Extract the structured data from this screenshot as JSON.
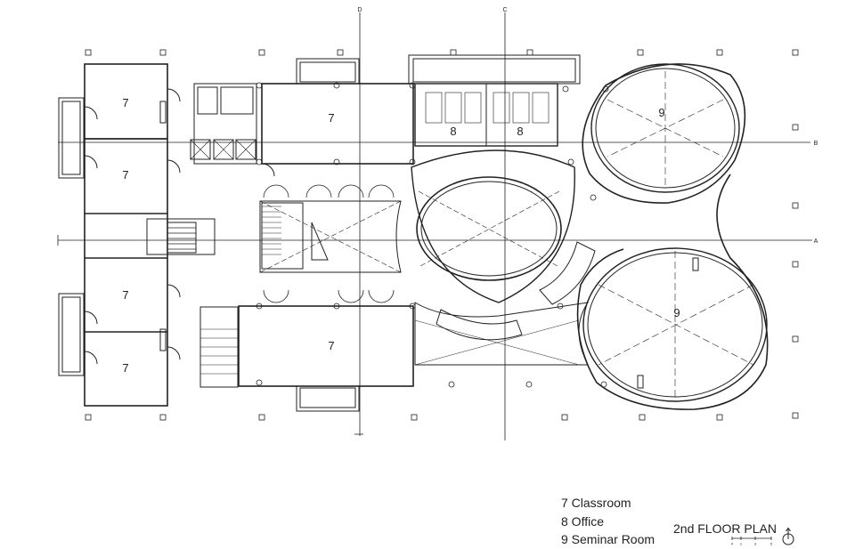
{
  "grid": {
    "vertical": [
      "D",
      "C"
    ],
    "horizontal": [
      "B",
      "A"
    ]
  },
  "room_numbers": {
    "classroom": "7",
    "office": "8",
    "seminar": "9"
  },
  "legend": {
    "items": [
      {
        "number": "7",
        "label": "Classroom",
        "text": "7 Classroom"
      },
      {
        "number": "8",
        "label": "Office",
        "text": "8 Office"
      },
      {
        "number": "9",
        "label": "Seminar Room",
        "text": "9 Seminar Room"
      }
    ]
  },
  "title": "2nd FLOOR PLAN",
  "scale_ticks": [
    "0",
    "1",
    "3",
    "5"
  ],
  "colors": {
    "line": "#222222",
    "background": "#ffffff"
  },
  "icons": [
    "north-arrow-icon",
    "scale-bar-icon"
  ]
}
